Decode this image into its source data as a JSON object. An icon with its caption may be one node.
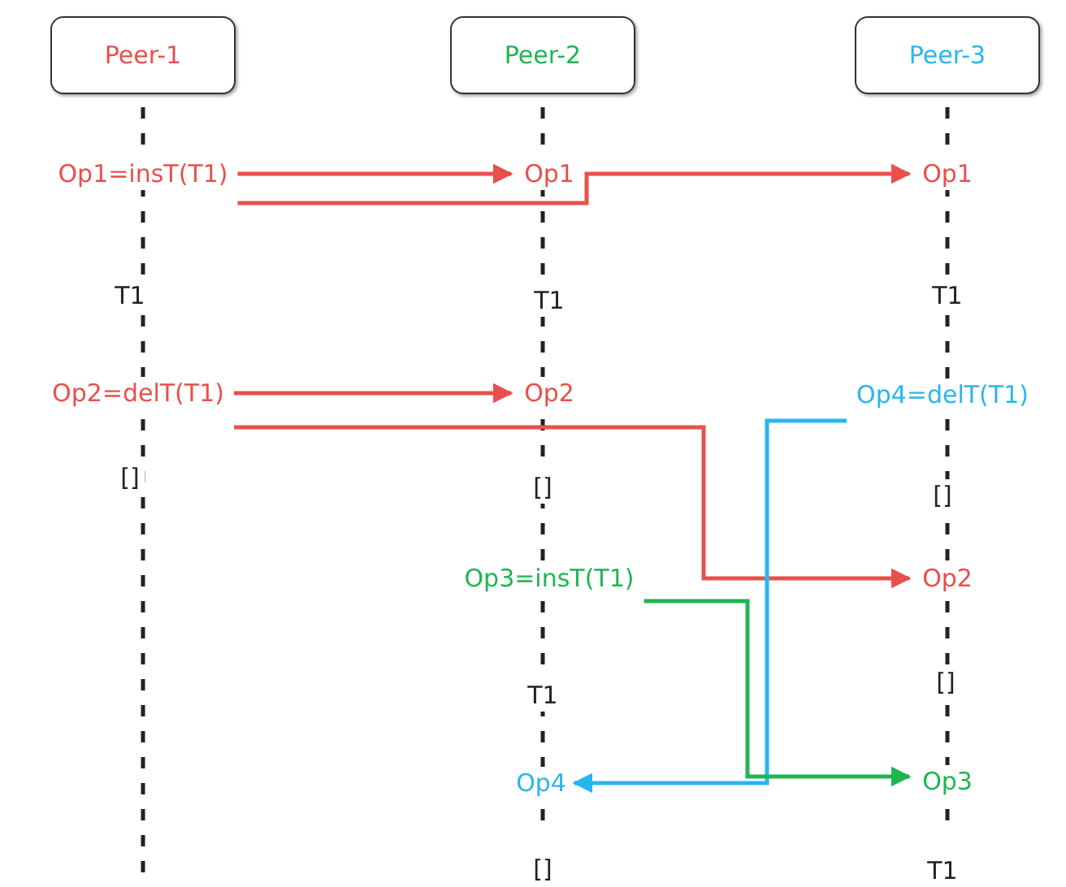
{
  "diagram": {
    "nodes": [
      {
        "text": [
          "Peer-1"
        ]
      },
      {
        "text": [
          "Peer-2"
        ]
      },
      {
        "text": [
          "Peer-3"
        ]
      },
      {
        "text": [
          "Op1=insT(T1)"
        ]
      },
      {
        "text": [
          "Op1"
        ]
      },
      {
        "text": [
          "Op1"
        ]
      },
      {
        "text": [
          "Op2=delT(T1)"
        ]
      },
      {
        "text": [
          "Op2"
        ]
      },
      {
        "text": [
          "Op4=delT(T1)"
        ]
      },
      {
        "text": [
          "Op3=insT(T1)"
        ]
      },
      {
        "text": [
          "Op2"
        ]
      },
      {
        "text": [
          "Op4"
        ]
      },
      {
        "text": [
          "Op3"
        ]
      }
    ],
    "edges": [
      {
        "from": 3,
        "to": 4,
        "arrow": "to"
      },
      {
        "from": 3,
        "to": 5,
        "arrow": "to"
      },
      {
        "from": 6,
        "to": 7,
        "arrow": "to"
      },
      {
        "from": 6,
        "to": 10,
        "arrow": "to"
      },
      {
        "from": 8,
        "to": 11,
        "arrow": "to",
        "color": "#29b6ee"
      },
      {
        "from": 9,
        "to": 12,
        "arrow": "to",
        "color": "#1fb552"
      }
    ],
    "labels": [
      "T1",
      "T1",
      "T1",
      "[]",
      "[]",
      "[]",
      "[]",
      "T1",
      "[]",
      "T1"
    ]
  }
}
